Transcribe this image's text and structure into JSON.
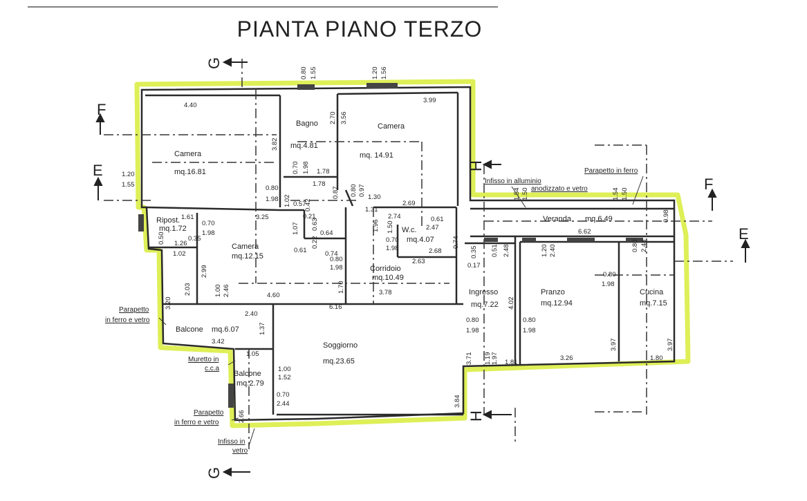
{
  "title": "PIANTA PIANO TERZO",
  "highlight_color": "#d8ec3a",
  "wall_color": "#2a2a2a",
  "rooms": [
    {
      "name": "Camera",
      "area": "mq.16.81"
    },
    {
      "name": "Bagno",
      "area": "mq.4.81"
    },
    {
      "name": "Camera",
      "area": "mq. 14.91"
    },
    {
      "name": "Ripost.",
      "area": "mq.1.72"
    },
    {
      "name": "Camera",
      "area": "mq.12.15"
    },
    {
      "name": "W.c.",
      "area": "mq.4.07"
    },
    {
      "name": "Corridoio",
      "area": "mq.10.49"
    },
    {
      "name": "Veranda",
      "area": "mq.6.49"
    },
    {
      "name": "Ingresso",
      "area": "mq.7.22"
    },
    {
      "name": "Pranzo",
      "area": "mq.12.94"
    },
    {
      "name": "Cucina",
      "area": "mq.7.15"
    },
    {
      "name": "Balcone",
      "area": "mq.6.07"
    },
    {
      "name": "Soggiorno",
      "area": "mq.23.65"
    },
    {
      "name": "Balcone",
      "area": "mq.2.79"
    }
  ],
  "annotations": {
    "infisso_alluminio_1": "Infisso in alluminio",
    "infisso_alluminio_2": "anodizzato e vetro",
    "parapetto_ferro": "Parapetto in ferro",
    "parapetto_balcone_1": "Parapetto",
    "parapetto_balcone_2": "in ferro e vetro",
    "muretto_1": "Muretto in",
    "muretto_2": "c.c.a",
    "parapetto_soggiorno_1": "Parapetto",
    "parapetto_soggiorno_2": "in ferro e vetro",
    "infisso_vetro_1": "Infisso in",
    "infisso_vetro_2": "vetro"
  },
  "section_marks": {
    "F": "F",
    "E": "E",
    "G": "G",
    "H": "H"
  },
  "dimensions": [
    "4.40",
    "0.80",
    "1.55",
    "1.20",
    "1.56",
    "3.99",
    "2.70",
    "3.56",
    "3.82",
    "1.20",
    "1.55",
    "0.70",
    "1.98",
    "1.78",
    "1.78",
    "0.80",
    "1.98",
    "0.87",
    "0.80",
    "0.97",
    "1.30",
    "1.31",
    "2.69",
    "1.02",
    "0.57",
    "0.21",
    "1.61",
    "3.25",
    "0.70",
    "1.98",
    "1.07",
    "0.42",
    "0.63",
    "0.64",
    "0.22",
    "0.80",
    "0.74",
    "1.98",
    "0.61",
    "1.02",
    "2.03",
    "2.99",
    "1.00",
    "2.46",
    "4.60",
    "1.70",
    "3.78",
    "6.16",
    "2.40",
    "1.37",
    "3.42",
    "2.74",
    "0.61",
    "2.47",
    "2.68",
    "2.63",
    "0.70",
    "1.98",
    "1.50",
    "1.96",
    "0.74",
    "1.54",
    "1.50",
    "1.54",
    "1.50",
    "0.98",
    "6.62",
    "0.51",
    "2.48",
    "1.20",
    "2.40",
    "0.80",
    "2.48",
    "0.80",
    "1.98",
    "0.35",
    "0.17",
    "4.02",
    "0.80",
    "1.98",
    "0.80",
    "1.98",
    "3.97",
    "3.97",
    "3.26",
    "1.80",
    "1.19",
    "1.97",
    "3.71",
    "1.81",
    "1.05",
    "1.00",
    "1.52",
    "0.70",
    "2.44",
    "3.84",
    "2.66",
    "3.20",
    "0.50",
    "1.26",
    "0.35"
  ]
}
